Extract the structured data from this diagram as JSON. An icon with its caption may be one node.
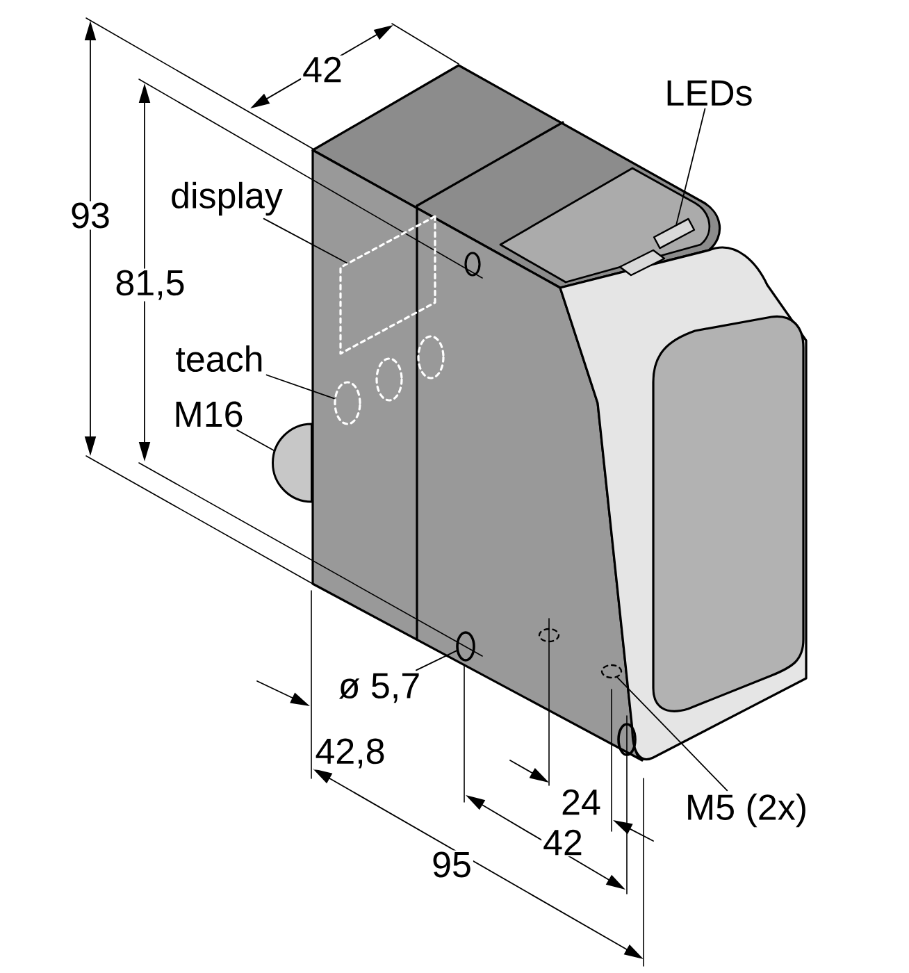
{
  "diagram": {
    "nodes": [
      {
        "text": [
          "display"
        ]
      },
      {
        "text": [],
        "shape": "box"
      },
      {
        "text": [
          "teach"
        ]
      },
      {
        "text": [],
        "shape": "circle"
      },
      {
        "text": [
          "M16"
        ]
      },
      {
        "text": [],
        "shape": "cylinder"
      },
      {
        "text": [
          "LEDs"
        ]
      },
      {
        "text": [],
        "shape": "box"
      },
      {
        "text": [
          "ø 5,7"
        ]
      },
      {
        "text": [],
        "shape": "circle"
      },
      {
        "text": [
          "M5 (2x)"
        ]
      },
      {
        "text": [],
        "shape": "circle"
      }
    ],
    "edges": [
      {
        "from": 0,
        "to": 1,
        "arrow": "none"
      },
      {
        "from": 2,
        "to": 3,
        "arrow": "none"
      },
      {
        "from": 4,
        "to": 5,
        "arrow": "none"
      },
      {
        "from": 6,
        "to": 7,
        "arrow": "none"
      },
      {
        "from": 8,
        "to": 9,
        "arrow": "none"
      },
      {
        "from": 10,
        "to": 11,
        "arrow": "none"
      }
    ],
    "labels": [
      "42",
      "93",
      "81,5",
      "42,8",
      "24",
      "42",
      "95"
    ]
  }
}
